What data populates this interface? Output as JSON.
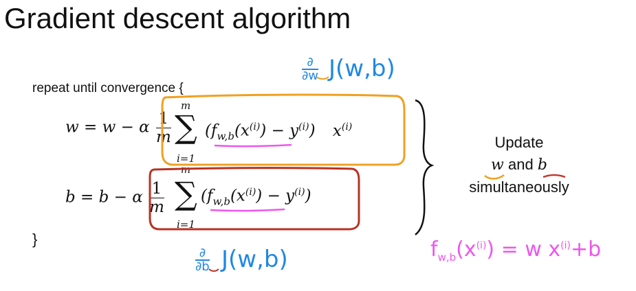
{
  "title": "Gradient descent algorithm",
  "repeat_line": "repeat until convergence {",
  "closing_brace": "}",
  "w_update": {
    "lhs": "w = w − α",
    "frac_num": "1",
    "frac_den": "m",
    "sum_upper": "m",
    "sum_lower": "i=1",
    "term": "(f",
    "sub": "w,b",
    "arg": "(x",
    "sup_i": "(i)",
    "minus_y": ") − y",
    "close": ")",
    "extra": "x"
  },
  "b_update": {
    "lhs": "b = b − α",
    "frac_num": "1",
    "frac_den": "m",
    "sum_upper": "m",
    "sum_lower": "i=1",
    "term": "(f",
    "sub": "w,b",
    "arg": "(x",
    "sup_i": "(i)",
    "minus_y": ") − y",
    "close": ")"
  },
  "annotations": {
    "dw_num": "∂",
    "dw_den": "∂w",
    "dw_func": "J(w,b)",
    "db_num": "∂",
    "db_den": "∂b",
    "db_func": "J(w,b)",
    "f_def_lhs": "f",
    "f_def_sub": "w,b",
    "f_def_arg": "(x",
    "f_def_sup": "(i)",
    "f_def_rhs": ") = w x",
    "f_def_sup2": "(i)",
    "f_def_tail": "+b"
  },
  "update_note": {
    "line1": "Update",
    "w": "w",
    "and": "and",
    "b": "b",
    "line3": "simultaneously"
  },
  "colors": {
    "orange_box": "#f0a020",
    "red_box": "#b83222",
    "blue_ink": "#1e88e5",
    "pink_ink": "#ee55ee",
    "black": "#111111"
  }
}
